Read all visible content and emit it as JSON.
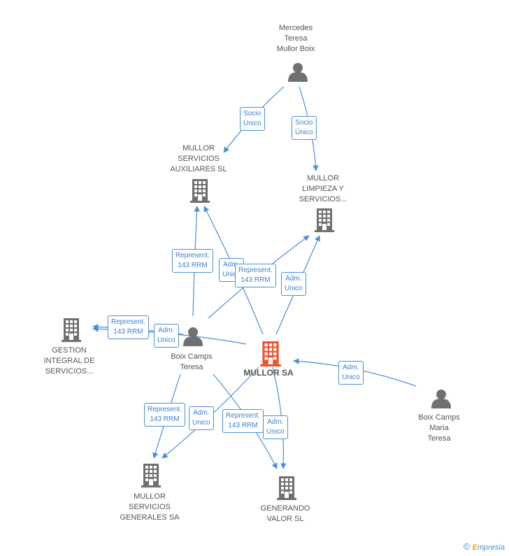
{
  "colors": {
    "edge": "#4a8fd8",
    "node": "#707070",
    "main_node": "#f0522b"
  },
  "nodes": {
    "mercedes": {
      "label": "Mercedes\nTeresa\nMullor Boix",
      "type": "person"
    },
    "auxiliares": {
      "label": "MULLOR\nSERVICIOS\nAUXILIARES SL",
      "type": "company"
    },
    "limpieza": {
      "label": "MULLOR\nLIMPIEZA Y\nSERVICIOS...",
      "type": "company"
    },
    "gestion": {
      "label": "GESTION\nINTEGRAL DE\nSERVICIOS...",
      "type": "company"
    },
    "boix_teresa": {
      "label": "Boix Camps\nTeresa",
      "type": "person"
    },
    "mullor_sa": {
      "label": "MULLOR SA",
      "type": "company-main"
    },
    "boix_maria": {
      "label": "Boix Camps\nMaria\nTeresa",
      "type": "person"
    },
    "generales": {
      "label": "MULLOR\nSERVICIOS\nGENERALES SA",
      "type": "company"
    },
    "generando": {
      "label": "GENERANDO\nVALOR SL",
      "type": "company"
    }
  },
  "edge_labels": {
    "socio1": "Socio\nÚnico",
    "socio2": "Socio\nÚnico",
    "rep_aux": "Represent.\n143 RRM",
    "adm_aux": "Adm.\nUnico",
    "rep_limp": "Represent.\n143 RRM",
    "adm_limp": "Adm.\nUnico",
    "rep_gest": "Represent.\n143 RRM",
    "adm_gest": "Adm.\nUnico",
    "adm_maria": "Adm.\nUnico",
    "rep_gen": "Represent.\n143 RRM",
    "adm_gen": "Adm.\nUnico",
    "rep_valor": "Represent.\n143 RRM",
    "adm_valor": "Adm.\nUnico"
  },
  "logo": {
    "symbol": "©",
    "brand_first": "E",
    "brand_rest": "mpresia"
  }
}
